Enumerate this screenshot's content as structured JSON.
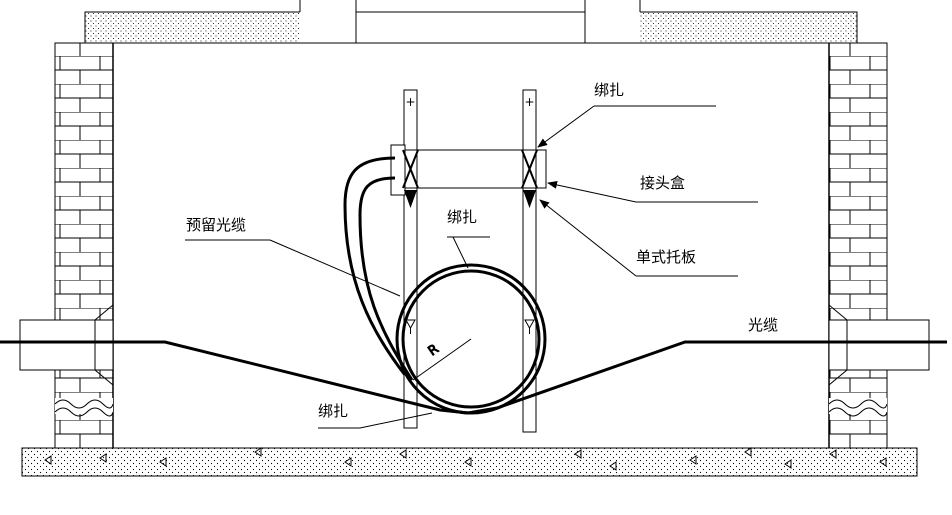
{
  "labels": {
    "binding_top": "绑扎",
    "joint_box": "接头盒",
    "single_bracket": "单式托板",
    "reserved_cable": "预留光缆",
    "binding_middle": "绑扎",
    "cable": "光缆",
    "binding_bottom": "绑扎",
    "radius": "R",
    "plus_left": "+",
    "plus_right": "+"
  }
}
